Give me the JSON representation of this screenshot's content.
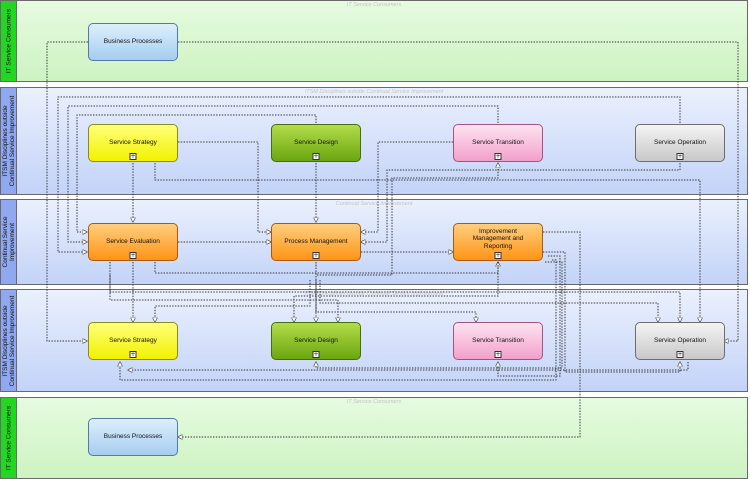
{
  "lanes": [
    {
      "id": "consumers_top",
      "tab": "IT Service Consumers",
      "caption": "IT Service Consumers",
      "color": "green"
    },
    {
      "id": "itsm_outside_top",
      "tab": "ITSM Disciplines outside Continual Service Improvement",
      "caption": "ITSM Disciplines outside Continual Service Improvement",
      "color": "blue"
    },
    {
      "id": "csi",
      "tab": "Continual Service Improvement",
      "caption": "Continual Service Improvement",
      "color": "blue"
    },
    {
      "id": "itsm_outside_bottom",
      "tab": "ITSM Disciplines outside Continual Service Improvement",
      "caption": "ITSM Disciplines outside Continual Service Improvement",
      "color": "blue"
    },
    {
      "id": "consumers_bottom",
      "tab": "IT Service Consumers",
      "caption": "IT Service Consumers",
      "color": "green"
    }
  ],
  "nodes": {
    "bp_top": {
      "label": "Business Processes",
      "color": "blue",
      "subprocess": false
    },
    "ss_top": {
      "label": "Service Strategy",
      "color": "yellow",
      "subprocess": true
    },
    "sd_top": {
      "label": "Service Design",
      "color": "green",
      "subprocess": true
    },
    "st_top": {
      "label": "Service Transition",
      "color": "pink",
      "subprocess": true
    },
    "so_top": {
      "label": "Service Operation",
      "color": "gray",
      "subprocess": true
    },
    "se": {
      "label": "Service Evaluation",
      "color": "orange",
      "subprocess": true
    },
    "pm": {
      "label": "Process Management",
      "color": "orange",
      "subprocess": true
    },
    "imr": {
      "label": "Improvement Management and Reporting",
      "color": "orange",
      "subprocess": true
    },
    "ss_bot": {
      "label": "Service Strategy",
      "color": "yellow",
      "subprocess": true
    },
    "sd_bot": {
      "label": "Service Design",
      "color": "green",
      "subprocess": true
    },
    "st_bot": {
      "label": "Service Transition",
      "color": "pink",
      "subprocess": true
    },
    "so_bot": {
      "label": "Service Operation",
      "color": "gray",
      "subprocess": true
    },
    "bp_bot": {
      "label": "Business Processes",
      "color": "blue",
      "subprocess": false
    }
  },
  "plus_glyph": "+"
}
